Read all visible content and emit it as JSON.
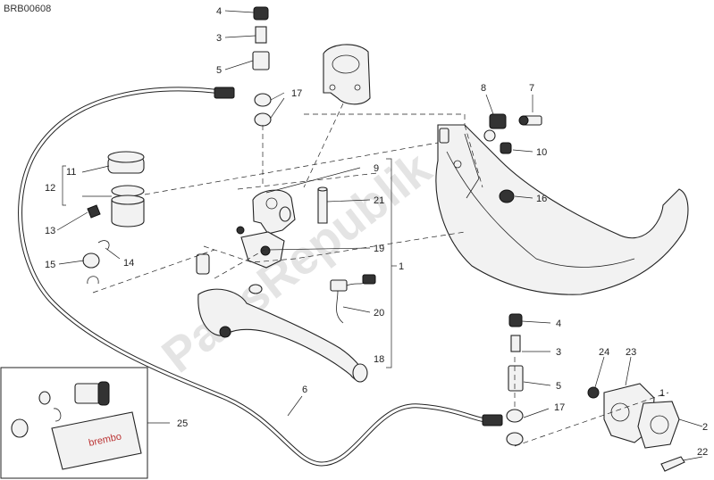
{
  "diagram": {
    "code": "BRB00608",
    "watermark": "PartsRepublik",
    "kit_logo_text": "brembo",
    "callouts": {
      "n1": "1",
      "n2": "2",
      "n3": "3",
      "n3b": "3",
      "n4": "4",
      "n4b": "4",
      "n5": "5",
      "n5b": "5",
      "n6": "6",
      "n7": "7",
      "n8": "8",
      "n9": "9",
      "n10": "10",
      "n11": "11",
      "n12": "12",
      "n13": "13",
      "n14": "14",
      "n15": "15",
      "n16": "16",
      "n17": "17",
      "n17b": "17",
      "n18": "18",
      "n19": "19",
      "n20": "20",
      "n21": "21",
      "n22": "22",
      "n23": "23",
      "n24": "24",
      "n25": "25",
      "n1b": "1"
    }
  }
}
